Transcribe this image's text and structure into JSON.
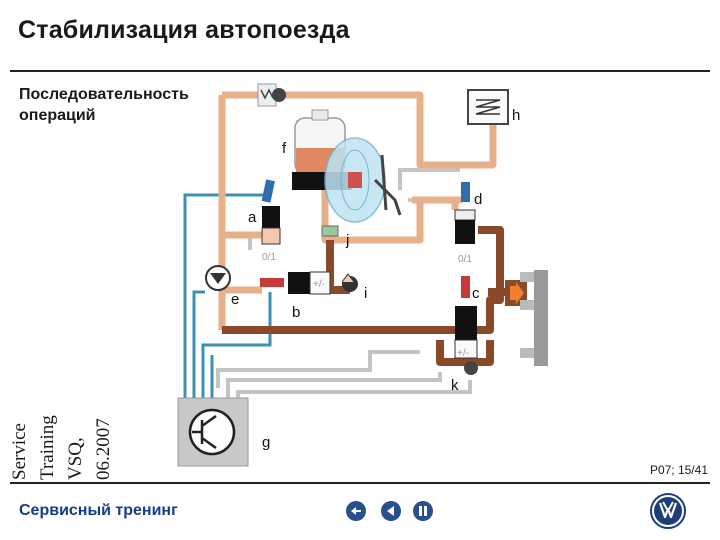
{
  "header": {
    "title": "Стабилизация автопоезда"
  },
  "subtitle": "Последовательность операций",
  "side_text": [
    "Service",
    "Training",
    "VSQ,",
    "06.2007"
  ],
  "page_number": "P07; 15/41",
  "footer": {
    "label": "Сервисный тренинг"
  },
  "diagram": {
    "labels": {
      "a": "a",
      "b": "b",
      "c": "c",
      "d": "d",
      "e": "e",
      "f": "f",
      "g": "g",
      "h": "h",
      "i": "i",
      "j": "j",
      "k": "k"
    },
    "valve_text_a": "0/1",
    "valve_text_d": "0/1",
    "valve_text_b": "+/-",
    "valve_text_c": "+/-"
  },
  "nav": {
    "back_icon": "back-return-icon",
    "prev_icon": "previous-icon",
    "pause_icon": "pause-icon"
  },
  "colors": {
    "title_text": "#1a1a1a",
    "footer_text": "#153d8a",
    "pipe_light": "#e8b08a",
    "pipe_dark": "#8a4a2a",
    "wire_blue": "#3d8fb8",
    "wire_grey": "#bfbfbf",
    "fluid": "#e08860"
  }
}
